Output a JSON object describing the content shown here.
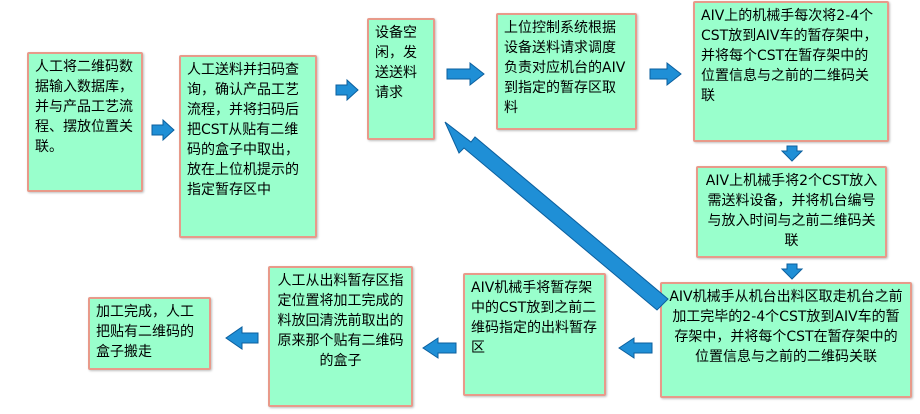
{
  "nodes": {
    "n1": "人工将二维码数据输入数据库，并与产品工艺流程、摆放位置关联。",
    "n2": "人工送料并扫码查询，确认产品工艺流程，并将扫码后把CST从贴有二维码的盒子中取出，放在上位机提示的指定暂存区中",
    "n3": "设备空闲，发送送料请求",
    "n4": "上位控制系统根据设备送料请求调度负责对应机台的AIV到指定的暂存区取料",
    "n5": "AIV上的机械手每次将2-4个CST放到AIV车的暂存架中，并将每个CST在暂存架中的位置信息与之前的二维码关联",
    "n6": "AIV上机械手将2个CST放入需送料设备，并将机台编号与放入时间与之前二维码关联",
    "n7": "AIV机械手从机台出料区取走机台之前加工完毕的2-4个CST放到AIV车的暂存架中，并将每个CST在暂存架中的位置信息与之前的二维码关联",
    "n8": "AIV机械手将暂存架中的CST放到之前二维码指定的出料暂存区",
    "n9": "人工从出料暂存区指定位置将加工完成的料放回清洗前取出的原来那个贴有二维码的盒子",
    "n10": "加工完成，人工把贴有二维码的盒子搬走"
  },
  "colors": {
    "box_fill": "#99ffcc",
    "box_border": "#e89a8a",
    "arrow_fill": "#1f8fd6",
    "arrow_stroke": "#0b5f9e"
  }
}
